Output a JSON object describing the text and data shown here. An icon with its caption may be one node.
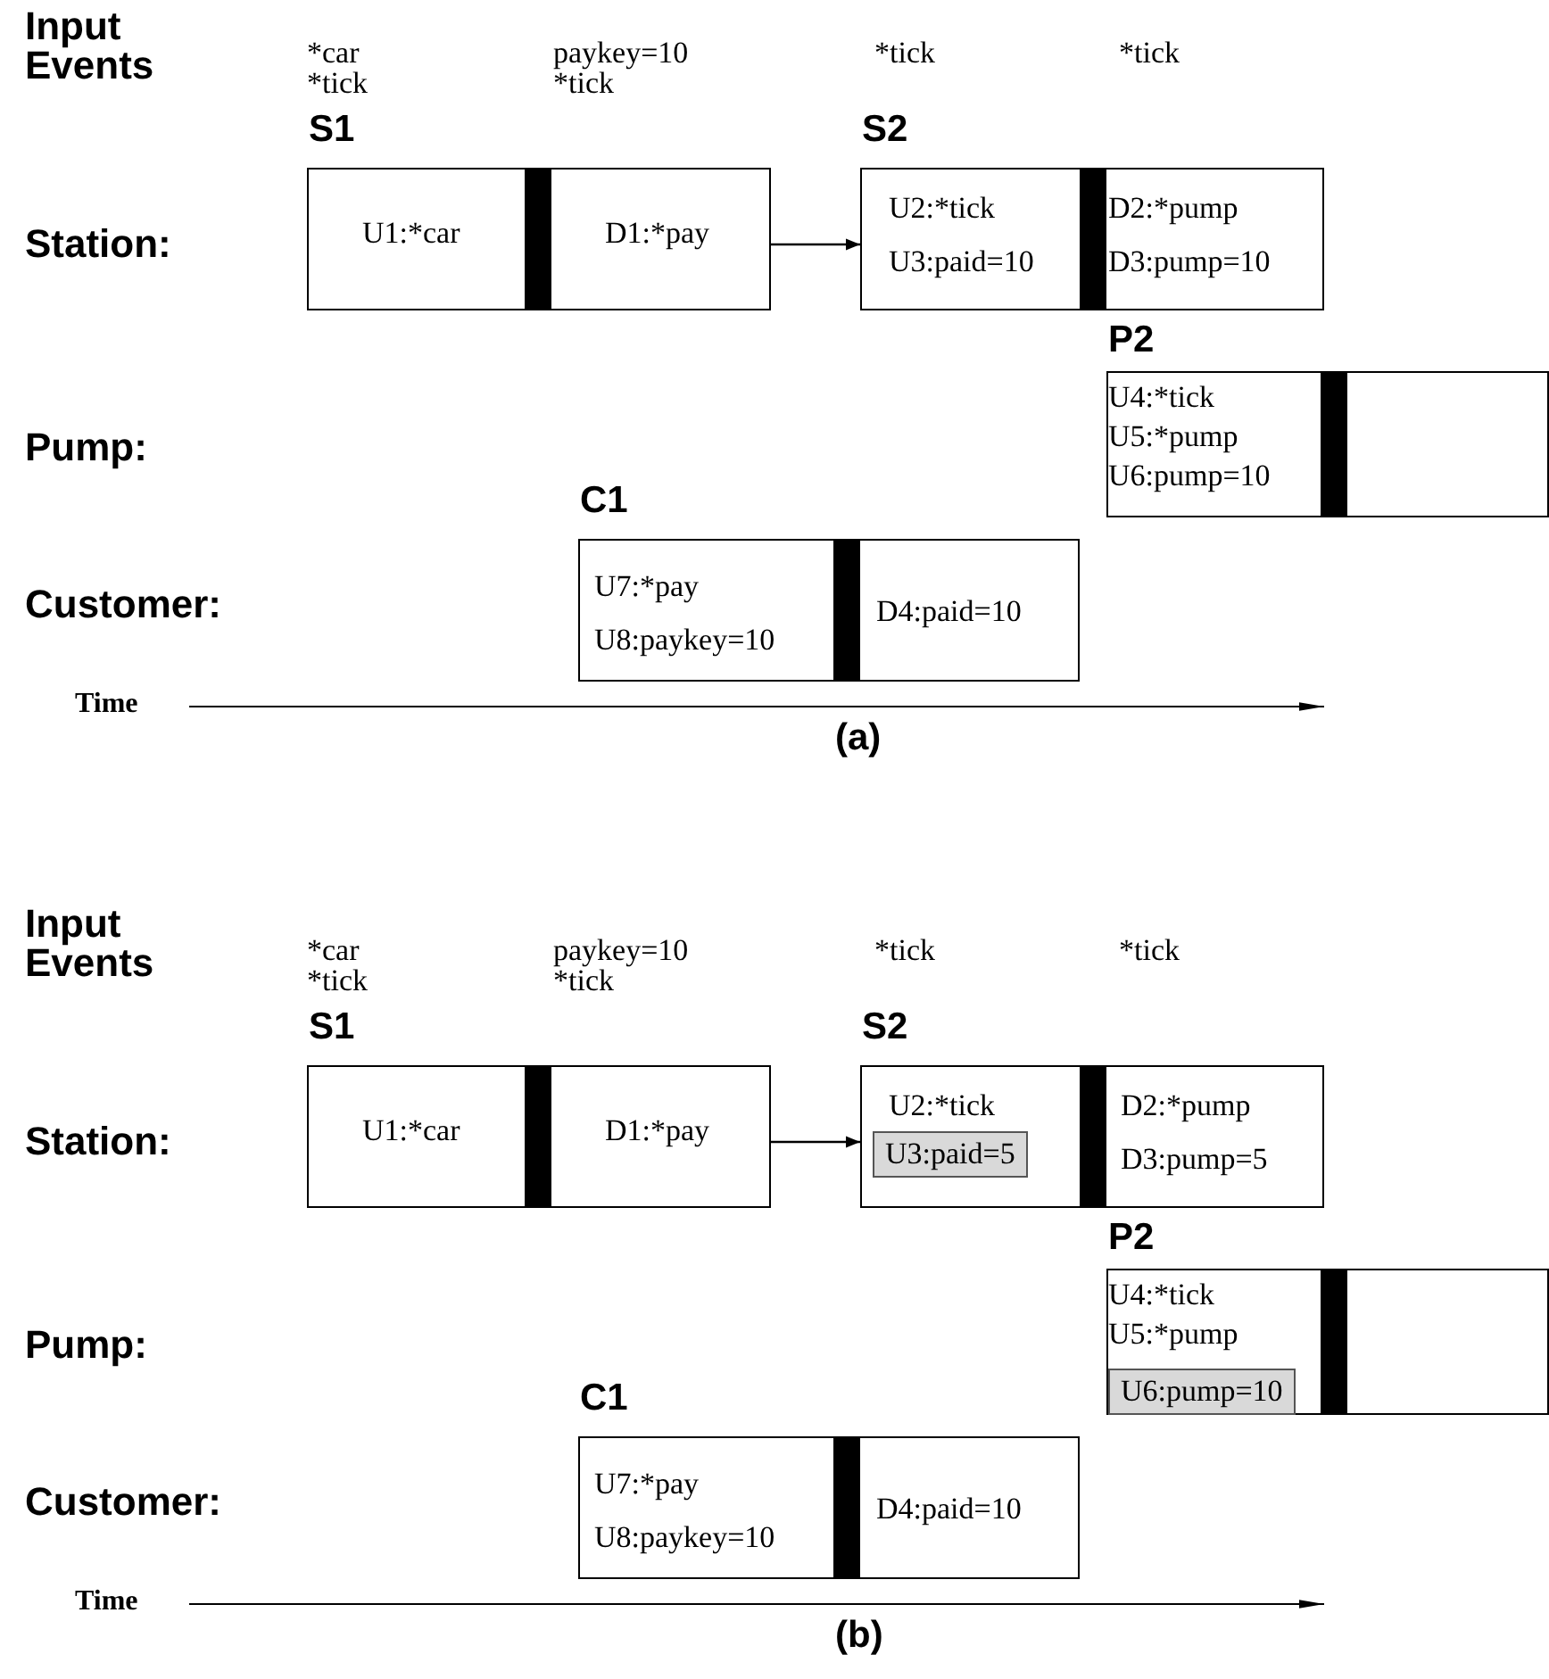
{
  "diagram": {
    "nodes": [
      {
        "text": [
          "S1",
          "U1:*car",
          "D1:*pay"
        ]
      },
      {
        "text": [
          "S2",
          "U2:*tick",
          "U3:paid=10",
          "D2:*pump",
          "D3:pump=10"
        ]
      },
      {
        "text": [
          "P2",
          "U4:*tick",
          "U5:*pump",
          "U6:pump=10"
        ]
      },
      {
        "text": [
          "C1",
          "U7:*pay",
          "U8:paykey=10",
          "D4:paid=10"
        ]
      },
      {
        "text": [
          "S1",
          "U1:*car",
          "D1:*pay"
        ]
      },
      {
        "text": [
          "S2",
          "U2:*tick",
          "U3:paid=5",
          "D2:*pump",
          "D3:pump=5"
        ]
      },
      {
        "text": [
          "P2",
          "U4:*tick",
          "U5:*pump",
          "U6:pump=10"
        ]
      },
      {
        "text": [
          "C1",
          "U7:*pay",
          "U8:paykey=10",
          "D4:paid=10"
        ]
      }
    ],
    "edges": [
      {
        "from": 0,
        "to": 1,
        "arrow": "to"
      },
      {
        "from": 4,
        "to": 5,
        "arrow": "to"
      }
    ],
    "labels": [
      "Input Events",
      "*car",
      "paykey=10",
      "*tick",
      "*tick",
      "*tick",
      "*tick",
      "Station:",
      "Pump:",
      "Customer:",
      "Time",
      "(a)",
      "Input Events",
      "*car",
      "paykey=10",
      "*tick",
      "*tick",
      "*tick",
      "*tick",
      "Station:",
      "Pump:",
      "Customer:",
      "Time",
      "(b)"
    ]
  }
}
